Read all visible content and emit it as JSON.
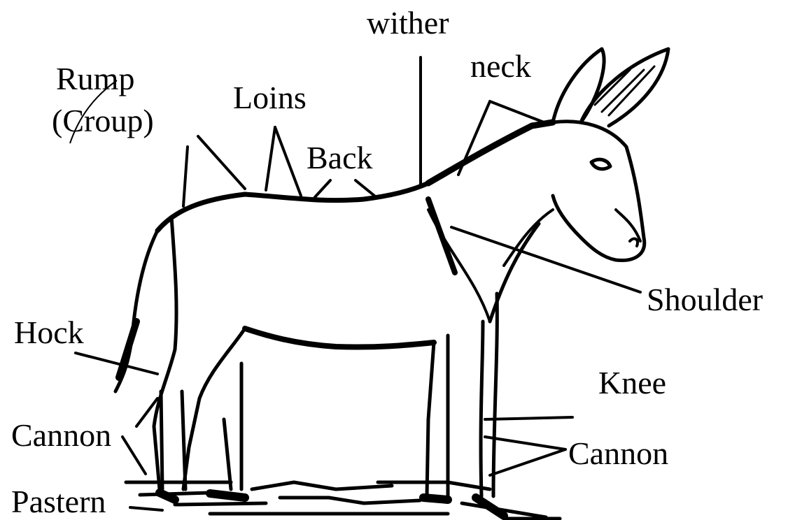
{
  "labels": {
    "wither": "wither",
    "neck": "neck",
    "rump": "Rump",
    "croup": "(Croup)",
    "loins": "Loins",
    "back": "Back",
    "shoulder": "Shoulder",
    "hock": "Hock",
    "knee": "Knee",
    "cannon_rear": "Cannon",
    "cannon_front": "Cannon",
    "pastern": "Pastern"
  }
}
